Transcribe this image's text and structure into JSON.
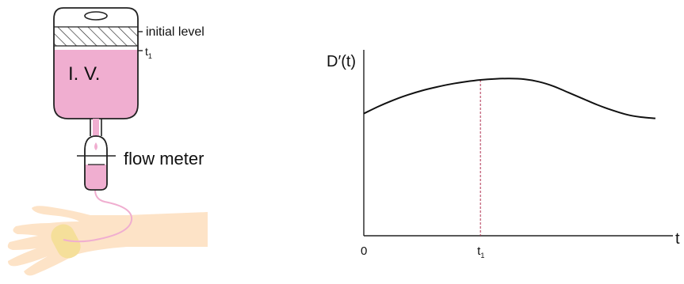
{
  "iv_diagram": {
    "bag_label": "I. V.",
    "initial_level_label": "initial level",
    "t1_level_label": "t",
    "t1_level_subscript": "1",
    "flow_meter_label": "flow meter",
    "colors": {
      "fluid": "#f0aed0",
      "outline": "#222222",
      "tube": "#f0aed0",
      "arm": "#fde3c7",
      "band": "#f5df9a"
    }
  },
  "chart_data": {
    "type": "line",
    "title": "",
    "ylabel": "D′(t)",
    "xlabel": "t",
    "x_tick_labels": [
      {
        "text": "0",
        "sub": ""
      },
      {
        "text": "t",
        "sub": "1"
      }
    ],
    "series": [
      {
        "x": [
          0,
          0.05,
          0.1,
          0.15,
          0.2,
          0.25,
          0.3,
          0.35,
          0.4,
          0.45,
          0.5,
          0.55,
          0.6,
          0.65,
          0.7,
          0.75,
          0.8,
          0.85,
          0.9,
          0.95,
          1.0
        ],
        "y": [
          0.69,
          0.73,
          0.765,
          0.795,
          0.82,
          0.84,
          0.857,
          0.87,
          0.88,
          0.886,
          0.888,
          0.884,
          0.87,
          0.845,
          0.81,
          0.775,
          0.74,
          0.71,
          0.685,
          0.67,
          0.663
        ]
      }
    ],
    "vertical_marker": {
      "x": 0.4,
      "style": "dashed"
    },
    "xlim": [
      0,
      1.06
    ],
    "ylim": [
      0,
      1.05
    ],
    "grid": false,
    "legend": "none"
  }
}
